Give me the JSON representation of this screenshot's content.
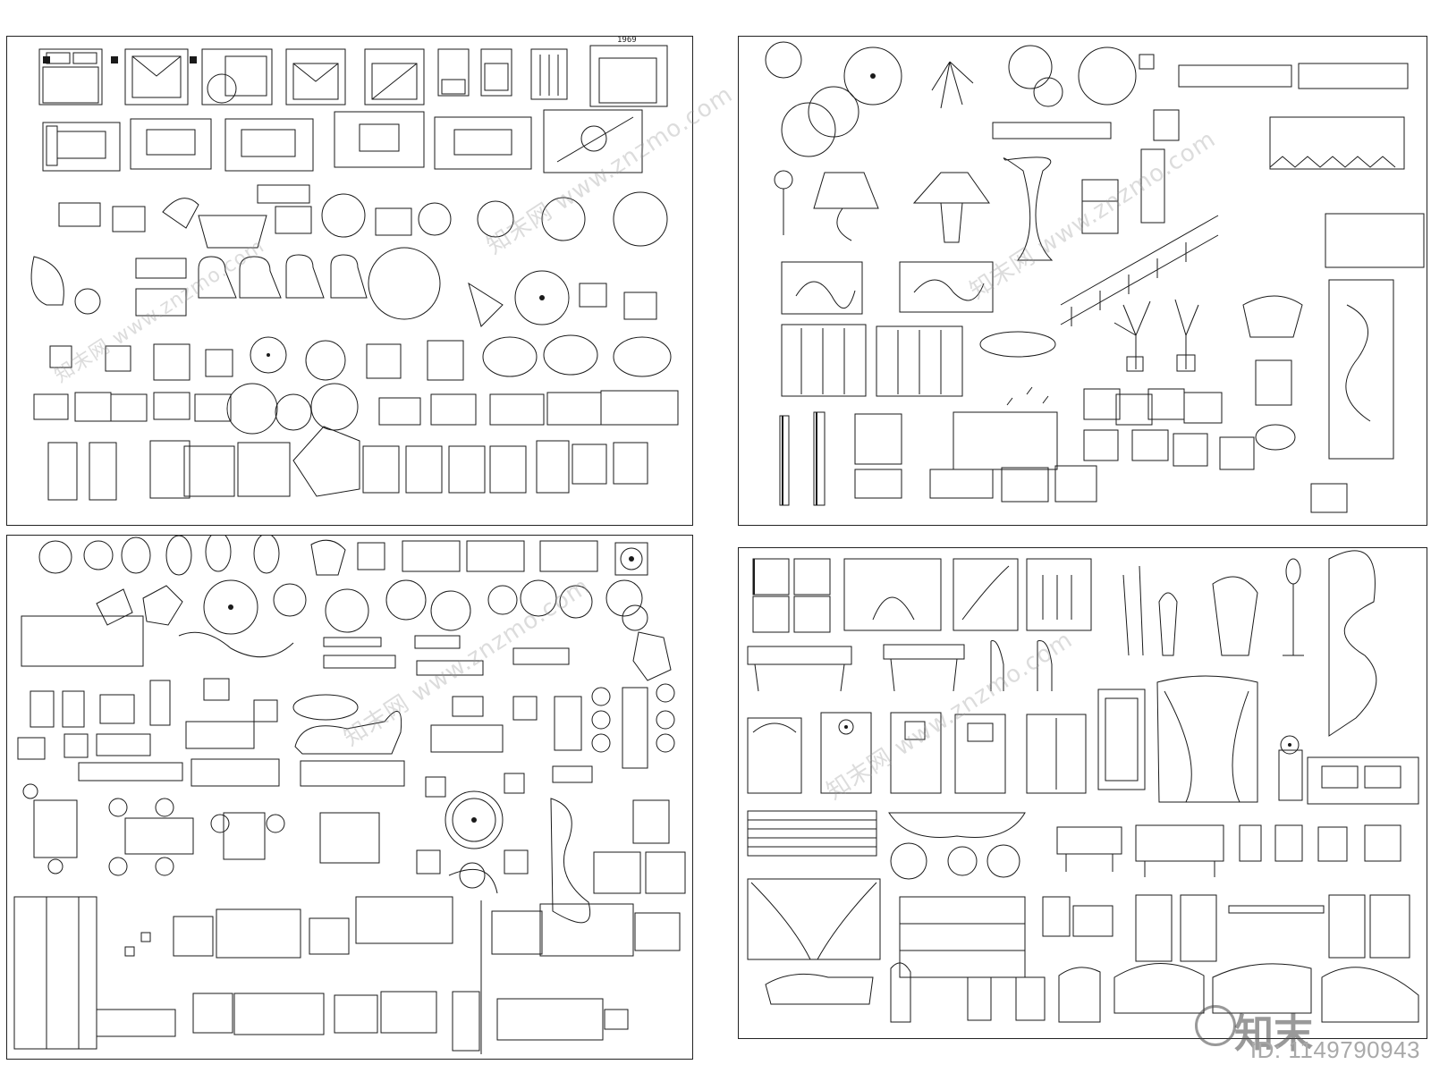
{
  "image_id_text": "ID: 1149790943",
  "brand_mark_text": "知末",
  "watermark_text": "知末网 www.znzmo.com",
  "dimension_label": "1969",
  "sheets": [
    {
      "id": "top-left",
      "content": "floor-plan furniture blocks"
    },
    {
      "id": "top-right",
      "content": "elevation decor blocks"
    },
    {
      "id": "bottom-left",
      "content": "plan furniture and plant blocks"
    },
    {
      "id": "bottom-right",
      "content": "classical furniture elevation blocks"
    }
  ]
}
